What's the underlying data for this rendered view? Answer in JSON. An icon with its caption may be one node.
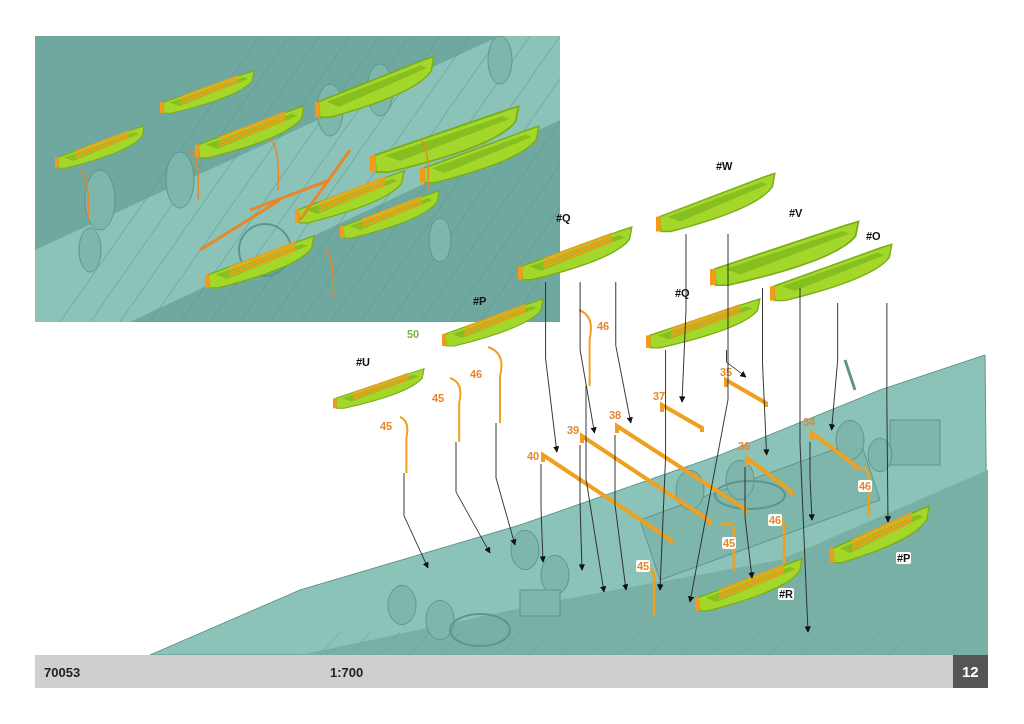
{
  "diagram": {
    "nodes": [
      {
        "text": [],
        "shape": "picture",
        "beside": [
          "#U"
        ]
      },
      {
        "text": [],
        "shape": "picture",
        "beside": [
          "#P"
        ]
      },
      {
        "text": [],
        "shape": "picture",
        "beside": [
          "#Q"
        ]
      },
      {
        "text": [],
        "shape": "picture",
        "beside": [
          "#W"
        ]
      },
      {
        "text": [],
        "shape": "picture",
        "beside": [
          "#V"
        ]
      },
      {
        "text": [],
        "shape": "picture",
        "beside": [
          "#O"
        ]
      },
      {
        "text": [],
        "shape": "picture",
        "beside": [
          "#Q"
        ]
      },
      {
        "text": [],
        "shape": "picture",
        "beside": [
          "45"
        ]
      },
      {
        "text": [],
        "shape": "picture",
        "beside": [
          "45"
        ]
      },
      {
        "text": [],
        "shape": "picture",
        "beside": [
          "46"
        ]
      },
      {
        "text": [],
        "shape": "picture",
        "beside": [
          "46"
        ]
      },
      {
        "text": [],
        "shape": "picture",
        "beside": [
          "40"
        ]
      },
      {
        "text": [],
        "shape": "picture",
        "beside": [
          "39"
        ]
      },
      {
        "text": [],
        "shape": "picture",
        "beside": [
          "38"
        ]
      },
      {
        "text": [],
        "shape": "picture",
        "beside": [
          "37"
        ]
      },
      {
        "text": [],
        "shape": "picture",
        "beside": [
          "35"
        ]
      },
      {
        "text": [],
        "shape": "picture",
        "beside": [
          "36"
        ]
      },
      {
        "text": [],
        "shape": "picture",
        "beside": [
          "34"
        ]
      }
    ],
    "edges": [
      {
        "from": 7,
        "to": null,
        "arrow": "to"
      },
      {
        "from": 8,
        "to": null,
        "arrow": "to"
      },
      {
        "from": 9,
        "to": null,
        "arrow": "to"
      },
      {
        "from": 10,
        "to": null,
        "arrow": "to"
      },
      {
        "from": 2,
        "to": 11,
        "arrow": "to"
      },
      {
        "from": 2,
        "to": 12,
        "arrow": "to"
      },
      {
        "from": 2,
        "to": 13,
        "arrow": "to"
      },
      {
        "from": 3,
        "to": 14,
        "arrow": "to"
      },
      {
        "from": 3,
        "to": null,
        "arrow": "to"
      },
      {
        "from": 6,
        "to": 15,
        "arrow": "to"
      },
      {
        "from": 6,
        "to": null,
        "arrow": "to"
      },
      {
        "from": 4,
        "to": 16,
        "arrow": "to"
      },
      {
        "from": 4,
        "to": null,
        "arrow": "to"
      },
      {
        "from": 5,
        "to": 17,
        "arrow": "to"
      },
      {
        "from": 5,
        "to": null,
        "arrow": "to"
      },
      {
        "from": 11,
        "to": null,
        "arrow": "to"
      },
      {
        "from": 12,
        "to": null,
        "arrow": "to"
      },
      {
        "from": 13,
        "to": null,
        "arrow": "to"
      },
      {
        "from": 16,
        "to": null,
        "arrow": "to"
      },
      {
        "from": 17,
        "to": null,
        "arrow": "to"
      }
    ],
    "labels": [
      "50",
      "46",
      "46",
      "45",
      "45",
      "#R",
      "#P",
      "70053",
      "1:700",
      "12"
    ]
  }
}
